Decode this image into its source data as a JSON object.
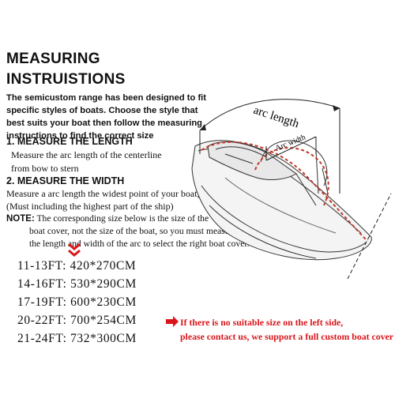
{
  "heading": {
    "line1": "MEASURING",
    "line2": "INSTRUISTIONS"
  },
  "intro": "The semicustom range has been designed to fit specific styles of boats. Choose the style that best suits your boat then follow the measuring instructions to find the correct size",
  "step1": {
    "title": "1. MEASURE THE LENGTH",
    "line1": "Measure the arc length of the centerline",
    "line2": "from bow to stern"
  },
  "step2": {
    "title": "2. MEASURE THE WIDTH",
    "line1": "Measure a arc length the widest point of your boat,",
    "line2": "(Must including the highest part of the ship)"
  },
  "note": {
    "label": "NOTE:",
    "line1": " The corresponding size below is the size of the",
    "line2": "boat cover, not the size of the boat, so you must measure",
    "line3": "the length and width of the arc to select the right boat cover."
  },
  "diagram": {
    "arc_length_label": "arc length",
    "arc_width_label": "Arc width"
  },
  "sizes": [
    {
      "range": "11-13FT:",
      "dims": "420*270CM"
    },
    {
      "range": "14-16FT:",
      "dims": "530*290CM"
    },
    {
      "range": "17-19FT:",
      "dims": "600*230CM"
    },
    {
      "range": "20-22FT:",
      "dims": "700*254CM"
    },
    {
      "range": "21-24FT:",
      "dims": "732*300CM"
    }
  ],
  "custom_note": {
    "line1": "If there is no suitable size on the left side,",
    "line2": "please contact us, we support a full custom boat cover"
  },
  "colors": {
    "accent_red": "#d9161b",
    "arc_red": "#c0392b",
    "text": "#111111"
  }
}
